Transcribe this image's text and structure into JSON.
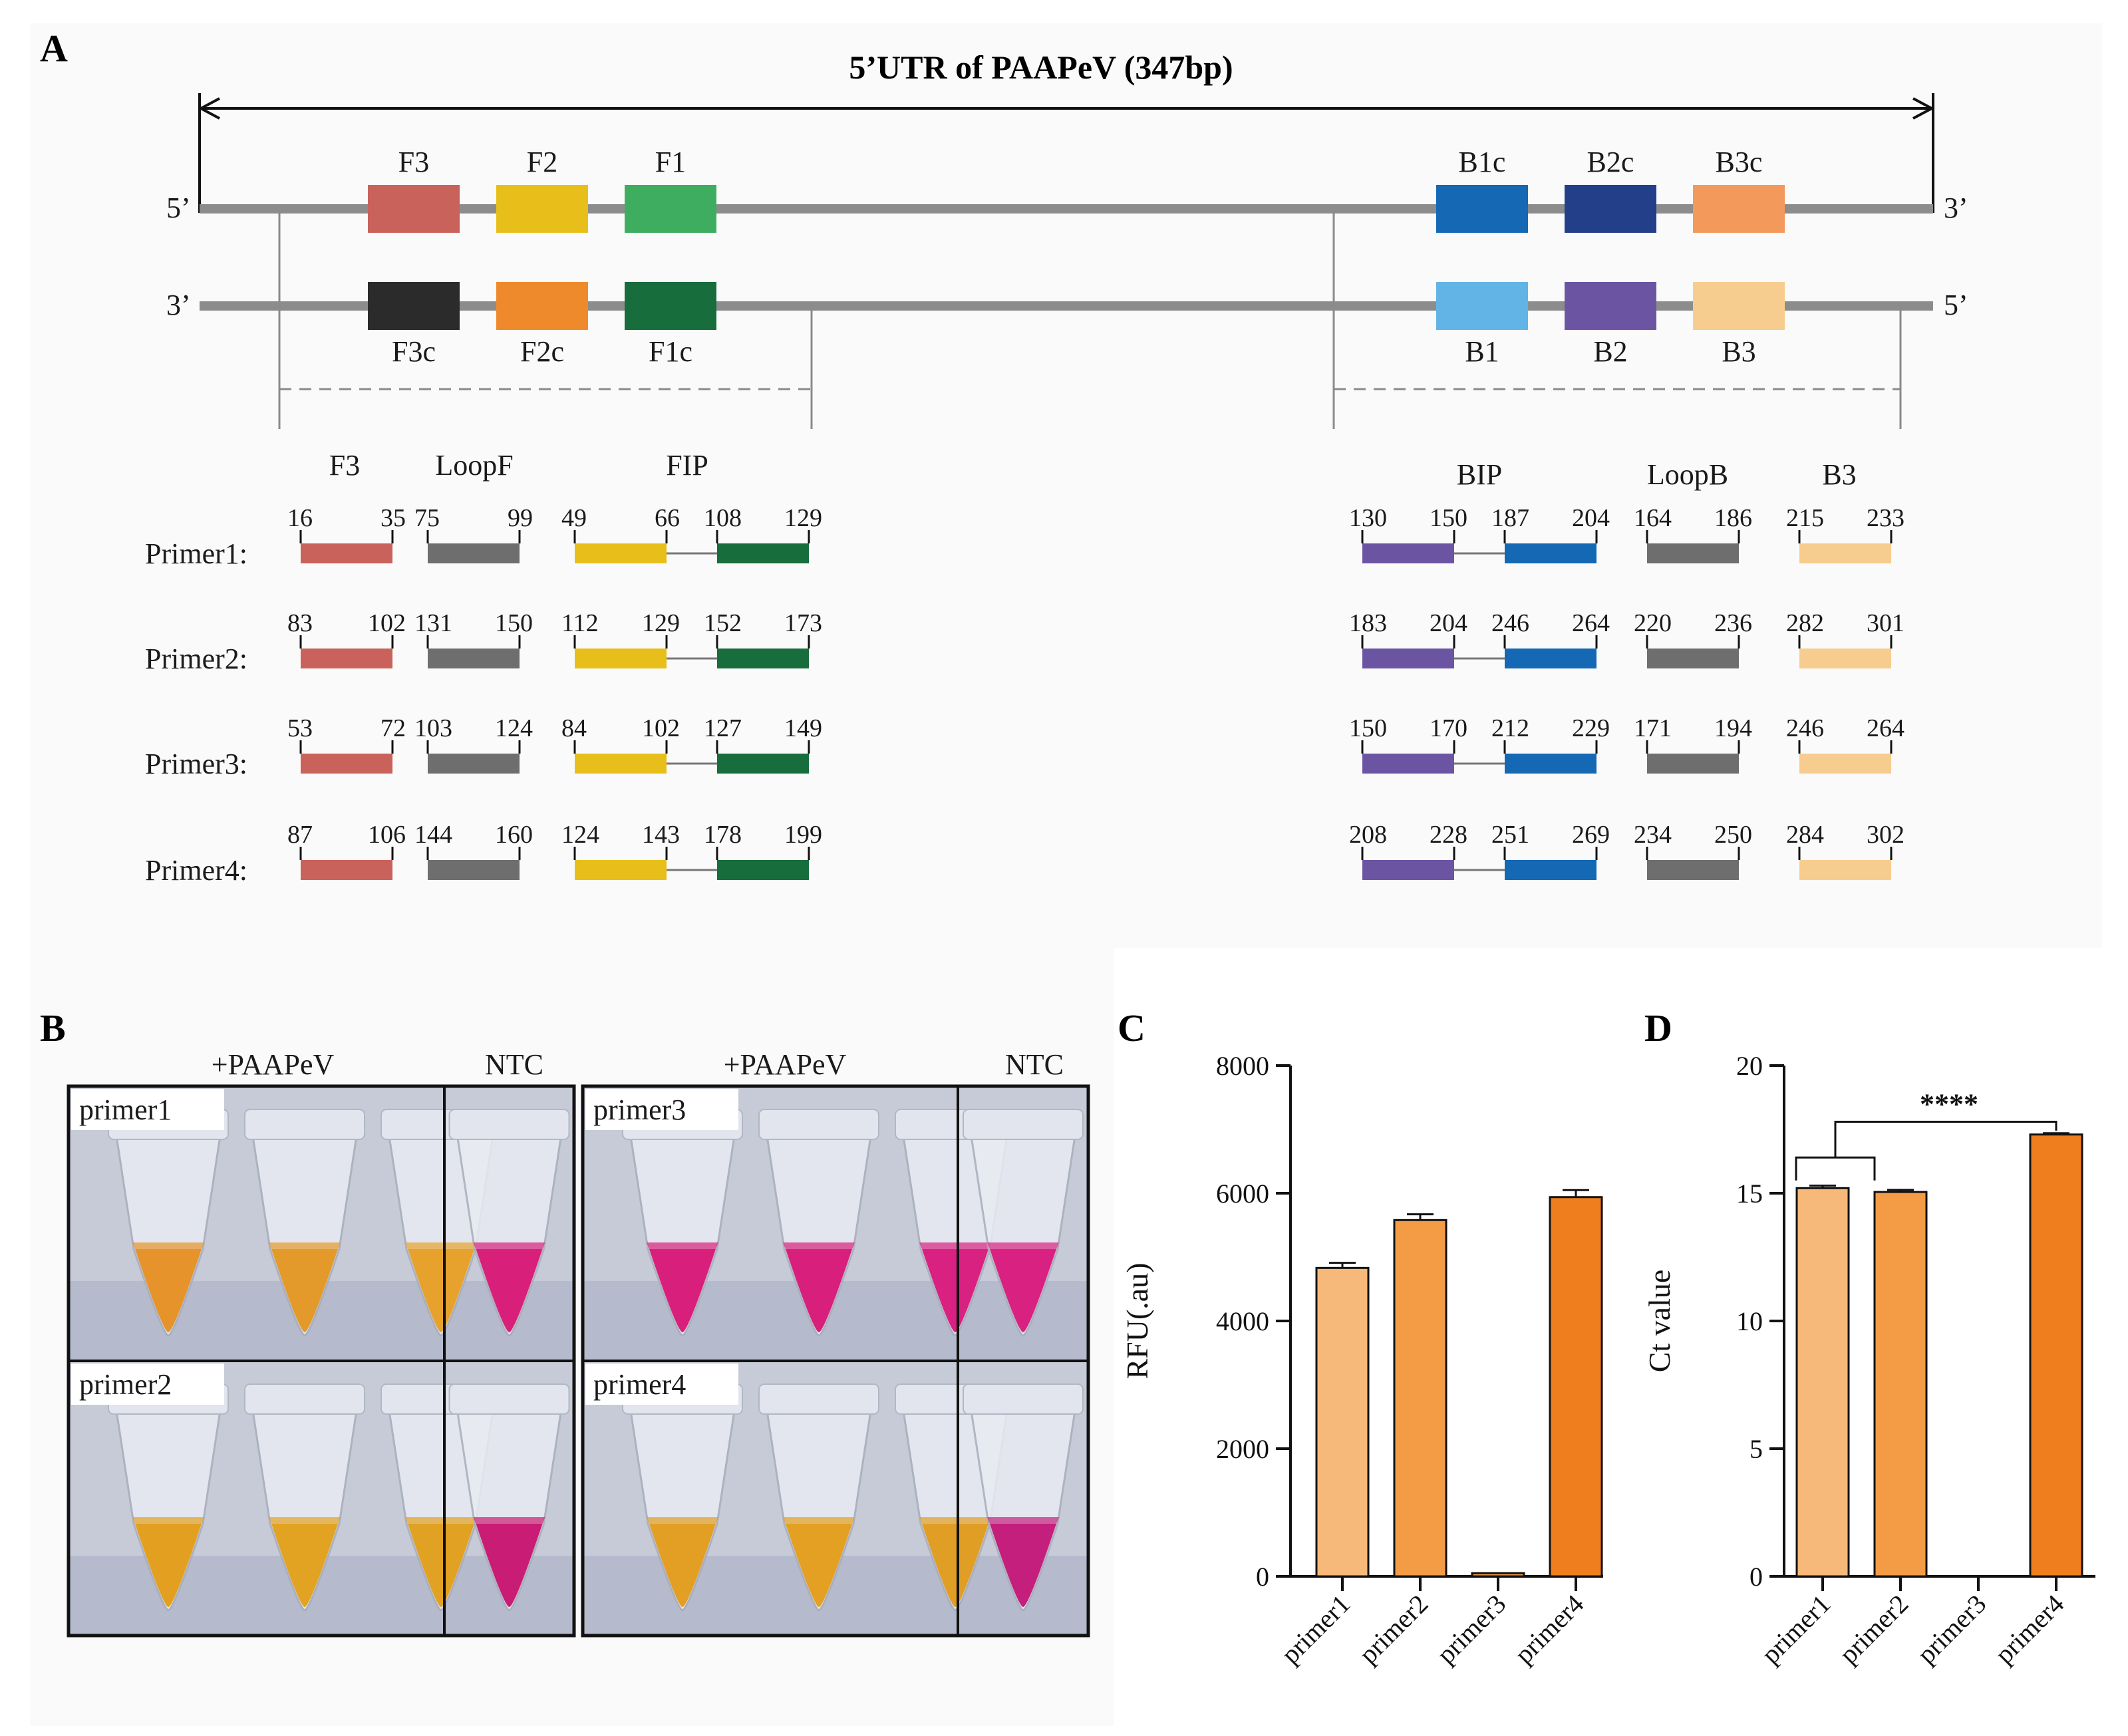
{
  "panel_letters": [
    "A",
    "B",
    "C",
    "D"
  ],
  "panelA": {
    "title": "5’UTR of PAAPeV (347bp)",
    "strand_ends": {
      "top_left": "5’",
      "top_right": "3’",
      "bottom_left": "3’",
      "bottom_right": "5’"
    },
    "top_boxes": [
      {
        "label": "F3",
        "color": "#c9625a"
      },
      {
        "label": "F2",
        "color": "#e8bf1a"
      },
      {
        "label": "F1",
        "color": "#3fad5f"
      },
      {
        "label": "B1c",
        "color": "#1468b4"
      },
      {
        "label": "B2c",
        "color": "#233f8a"
      },
      {
        "label": "B3c",
        "color": "#f3995c"
      }
    ],
    "bottom_boxes": [
      {
        "label": "F3c",
        "color": "#2b2b2b"
      },
      {
        "label": "F2c",
        "color": "#ee8a2c"
      },
      {
        "label": "F1c",
        "color": "#176d3c"
      },
      {
        "label": "B1",
        "color": "#62b4e6"
      },
      {
        "label": "B2",
        "color": "#6b55a3"
      },
      {
        "label": "B3",
        "color": "#f6cd8f"
      }
    ],
    "forward_headers": [
      "F3",
      "LoopF",
      "FIP"
    ],
    "backward_headers": [
      "BIP",
      "LoopB",
      "B3"
    ],
    "primer_sets": [
      {
        "name": "Primer1:",
        "f3": [
          "16",
          "35"
        ],
        "loopf": [
          "75",
          "99"
        ],
        "fip": [
          "49",
          "66",
          "108",
          "129"
        ],
        "bip": [
          "130",
          "150",
          "187",
          "204"
        ],
        "loopb": [
          "164",
          "186"
        ],
        "b3": [
          "215",
          "233"
        ]
      },
      {
        "name": "Primer2:",
        "f3": [
          "83",
          "102"
        ],
        "loopf": [
          "131",
          "150"
        ],
        "fip": [
          "112",
          "129",
          "152",
          "173"
        ],
        "bip": [
          "183",
          "204",
          "246",
          "264"
        ],
        "loopb": [
          "220",
          "236"
        ],
        "b3": [
          "282",
          "301"
        ]
      },
      {
        "name": "Primer3:",
        "f3": [
          "53",
          "72"
        ],
        "loopf": [
          "103",
          "124"
        ],
        "fip": [
          "84",
          "102",
          "127",
          "149"
        ],
        "bip": [
          "150",
          "170",
          "212",
          "229"
        ],
        "loopb": [
          "171",
          "194"
        ],
        "b3": [
          "246",
          "264"
        ]
      },
      {
        "name": "Primer4:",
        "f3": [
          "87",
          "106"
        ],
        "loopf": [
          "144",
          "160"
        ],
        "fip": [
          "124",
          "143",
          "178",
          "199"
        ],
        "bip": [
          "208",
          "228",
          "251",
          "269"
        ],
        "loopb": [
          "234",
          "250"
        ],
        "b3": [
          "284",
          "302"
        ]
      }
    ],
    "colors": {
      "f3": "#c9625a",
      "loop": "#6e6e6e",
      "fip_a": "#e8bf1a",
      "fip_b": "#176d3c",
      "bip_a": "#6b55a3",
      "bip_b": "#1468b4",
      "b3": "#f6cd8f",
      "strand": "#8c8c8c"
    }
  },
  "panelB": {
    "header_positive": "+PAAPeV",
    "header_ntc": "NTC",
    "tiles": [
      {
        "label": "primer1",
        "colors": [
          "#e5932a",
          "#e49a2a",
          "#e7a22e",
          "#d8207a"
        ]
      },
      {
        "label": "primer2",
        "colors": [
          "#e3a020",
          "#e3a322",
          "#e1a122",
          "#c91c74"
        ]
      },
      {
        "label": "primer3",
        "colors": [
          "#d81f7b",
          "#d81f7b",
          "#d82180",
          "#d82180"
        ]
      },
      {
        "label": "primer4",
        "colors": [
          "#e39e24",
          "#e3a022",
          "#e19e24",
          "#c51f7d"
        ]
      }
    ]
  },
  "chart_data": [
    {
      "type": "bar",
      "panel": "C",
      "categories": [
        "primer1",
        "primer2",
        "primer3",
        "primer4"
      ],
      "values": [
        4830,
        5580,
        50,
        5940
      ],
      "errors": [
        80,
        90,
        0,
        110
      ],
      "colors": [
        "#f6b97a",
        "#f39c45",
        "#f39c45",
        "#ef7e1e"
      ],
      "ylabel": "RFU(.au)",
      "ylim": [
        0,
        8000
      ],
      "yticks": [
        "0",
        "2000",
        "4000",
        "6000",
        "8000"
      ]
    },
    {
      "type": "bar",
      "panel": "D",
      "categories": [
        "primer1",
        "primer2",
        "primer3",
        "primer4"
      ],
      "values": [
        15.2,
        15.05,
        null,
        17.3
      ],
      "errors": [
        0.1,
        0.08,
        0,
        0.05
      ],
      "colors": [
        "#f6b97a",
        "#f39c45",
        "#f39c45",
        "#ef7e1e"
      ],
      "ylabel": "Ct value",
      "ylim": [
        0,
        20
      ],
      "yticks": [
        "0",
        "5",
        "10",
        "15",
        "20"
      ],
      "significance": "****"
    }
  ]
}
